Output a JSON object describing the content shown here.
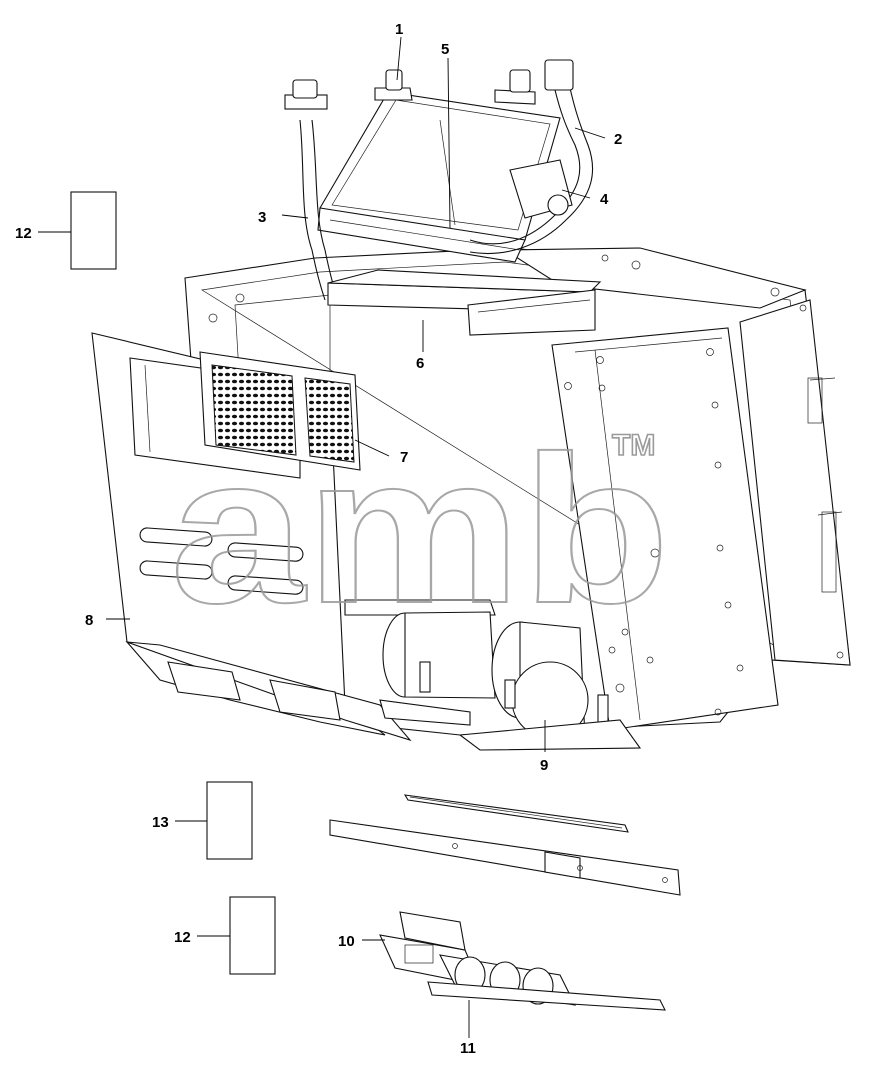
{
  "watermark": {
    "text": "amb",
    "mark": "TM",
    "color": "#9a9a9a"
  },
  "callouts": [
    {
      "id": "1",
      "label": "1"
    },
    {
      "id": "2",
      "label": "2"
    },
    {
      "id": "3",
      "label": "3"
    },
    {
      "id": "4",
      "label": "4"
    },
    {
      "id": "5",
      "label": "5"
    },
    {
      "id": "6",
      "label": "6"
    },
    {
      "id": "7",
      "label": "7"
    },
    {
      "id": "8",
      "label": "8"
    },
    {
      "id": "9",
      "label": "9"
    },
    {
      "id": "10",
      "label": "10"
    },
    {
      "id": "11",
      "label": "11"
    },
    {
      "id": "12a",
      "label": "12"
    },
    {
      "id": "13",
      "label": "13"
    },
    {
      "id": "12b",
      "label": "12"
    }
  ]
}
